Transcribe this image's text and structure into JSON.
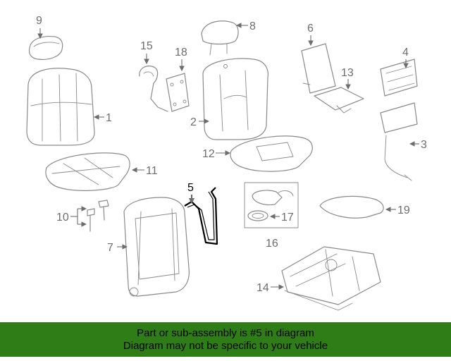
{
  "callouts": {
    "c1": "1",
    "c2": "2",
    "c3": "3",
    "c4": "4",
    "c5": "5",
    "c6": "6",
    "c7": "7",
    "c8": "8",
    "c9": "9",
    "c10": "10",
    "c11": "11",
    "c12": "12",
    "c13": "13",
    "c14": "14",
    "c15": "15",
    "c16": "16",
    "c17": "17",
    "c18": "18",
    "c19": "19"
  },
  "highlighted_part": "5",
  "colors": {
    "banner": "#2e7d16",
    "highlight": "#000000",
    "lines": "#8a8a8a"
  },
  "banner": {
    "line1": "Part or sub-assembly is #5 in diagram",
    "line2": "Diagram may not be specific to your vehicle"
  }
}
